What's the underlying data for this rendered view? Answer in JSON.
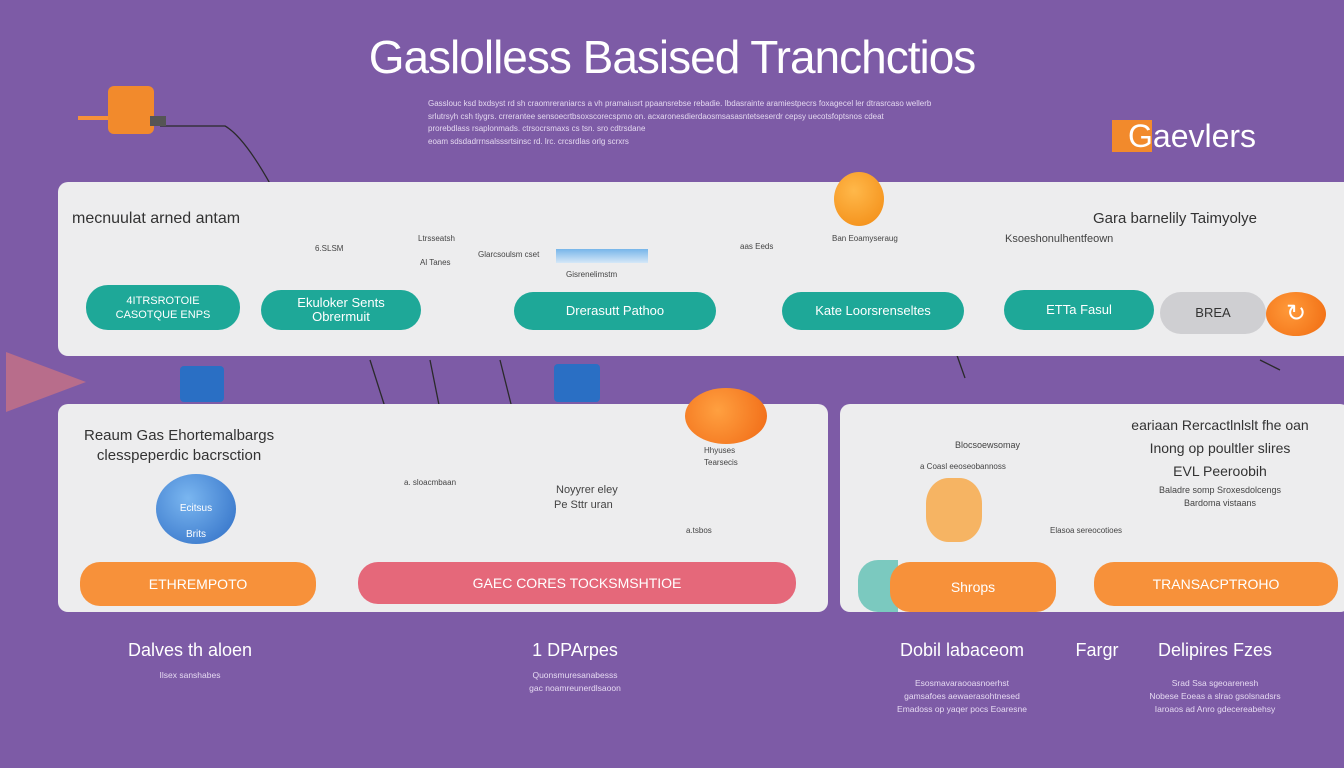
{
  "title": "Gaslolless Basised Tranchctios",
  "description": [
    "Gasslouc ksd bxdsyst rd sh craomreraniarcs a vh pramaiusrt ppaansrebse rebadie. Ibdasrainte aramiestpecrs foxagecel ler dtrasrcaso wellerb",
    "srlutrsyh csh tiygrs. crrerantee sensoecrtbsoxscorecspmo on. acxaronesdierdaosmsasasntetseserdr cepsy uecotsfoptsnos cdeat",
    "prorebdlass rsaplonmads. ctrsocrsmaxs cs tsn. sro cdtrsdane",
    "eoam sdsdadrrnsalsssrtsinsc rd. lrc. crcsrdlas orlg scrxrs"
  ],
  "brand_badge": "Gaevlers",
  "panel_top": {
    "heading": "mecnuulat arned antam",
    "right_heading": "Gara barnelily Taimyolye",
    "right_sub": "Ksoeshonulhentfeown",
    "callouts": [
      "6.SLSM",
      "Ltrsseatsh",
      "Al Tanes",
      "Glarcsoulsm cset",
      "Gisrenelimstm",
      "Ban Eoamyseraug",
      "aas Eeds"
    ],
    "pills": [
      "4ITRSROTOIE\nCASOTQUE ENPS",
      "Ekuloker Sents\nObrermuit",
      "Drerasutt Pathoo",
      "Kate Loorsrenseltes",
      "ETTa Fasul"
    ],
    "gray_pill": "BREA"
  },
  "panel_left": {
    "heading": [
      "Reaum Gas Ehortemalbargs",
      "clesspeperdic bacrsction"
    ],
    "sphere_text": [
      "Ecitsus",
      "Brits"
    ],
    "callouts": [
      "a. sloacmbaan",
      "Noyyrer eley",
      "Pe Sttr uran",
      "Hhyuses",
      "Tearsecis",
      "a.tsbos"
    ],
    "button_left": "ETHREMPOTO",
    "button_center": "GAEC CORES TOCKSMSHTIOE"
  },
  "panel_right": {
    "heading": [
      "eariaan Rercactlnlslt fhe oan",
      "Inong op poultler slires",
      "EVL Peeroobih"
    ],
    "sub": [
      "Baladre somp Sroxesdolcengs",
      "Bardoma vistaans"
    ],
    "callouts": [
      "Blocsoewsomay",
      "a Coasl eeoseobannoss",
      "Elasoa sereocotioes"
    ],
    "button_left": "Shrops",
    "button_right": "TRANSACPTROHO"
  },
  "bottom": [
    {
      "label": "Dalves th aloen",
      "lines": [
        "Ilsex sanshabes"
      ]
    },
    {
      "label": "1 DPArpes",
      "lines": [
        "Quonsmuresanabesss",
        "gac noamreunerdlsaoon"
      ]
    },
    {
      "label": "Dobil labaceom",
      "lines": [
        "Esosmavaraooasnoerhst",
        "gamsafoes aewaerasohtnesed",
        "Emadoss op yaqer pocs Eoaresne"
      ]
    },
    {
      "label": "Fargr",
      "lines": []
    },
    {
      "label": "Delipires Fzes",
      "lines": [
        "Srad Ssa sgeoarenesh",
        "Nobese Eoeas a slrao gsolsnadsrs",
        "Iaroaos ad Anro gdecereabehsy"
      ]
    }
  ],
  "colors": {
    "background": "#7d5ba6",
    "teal": "#1ea898",
    "orange": "#f7913a",
    "pink": "#e5687a",
    "panel": "#ededee"
  }
}
